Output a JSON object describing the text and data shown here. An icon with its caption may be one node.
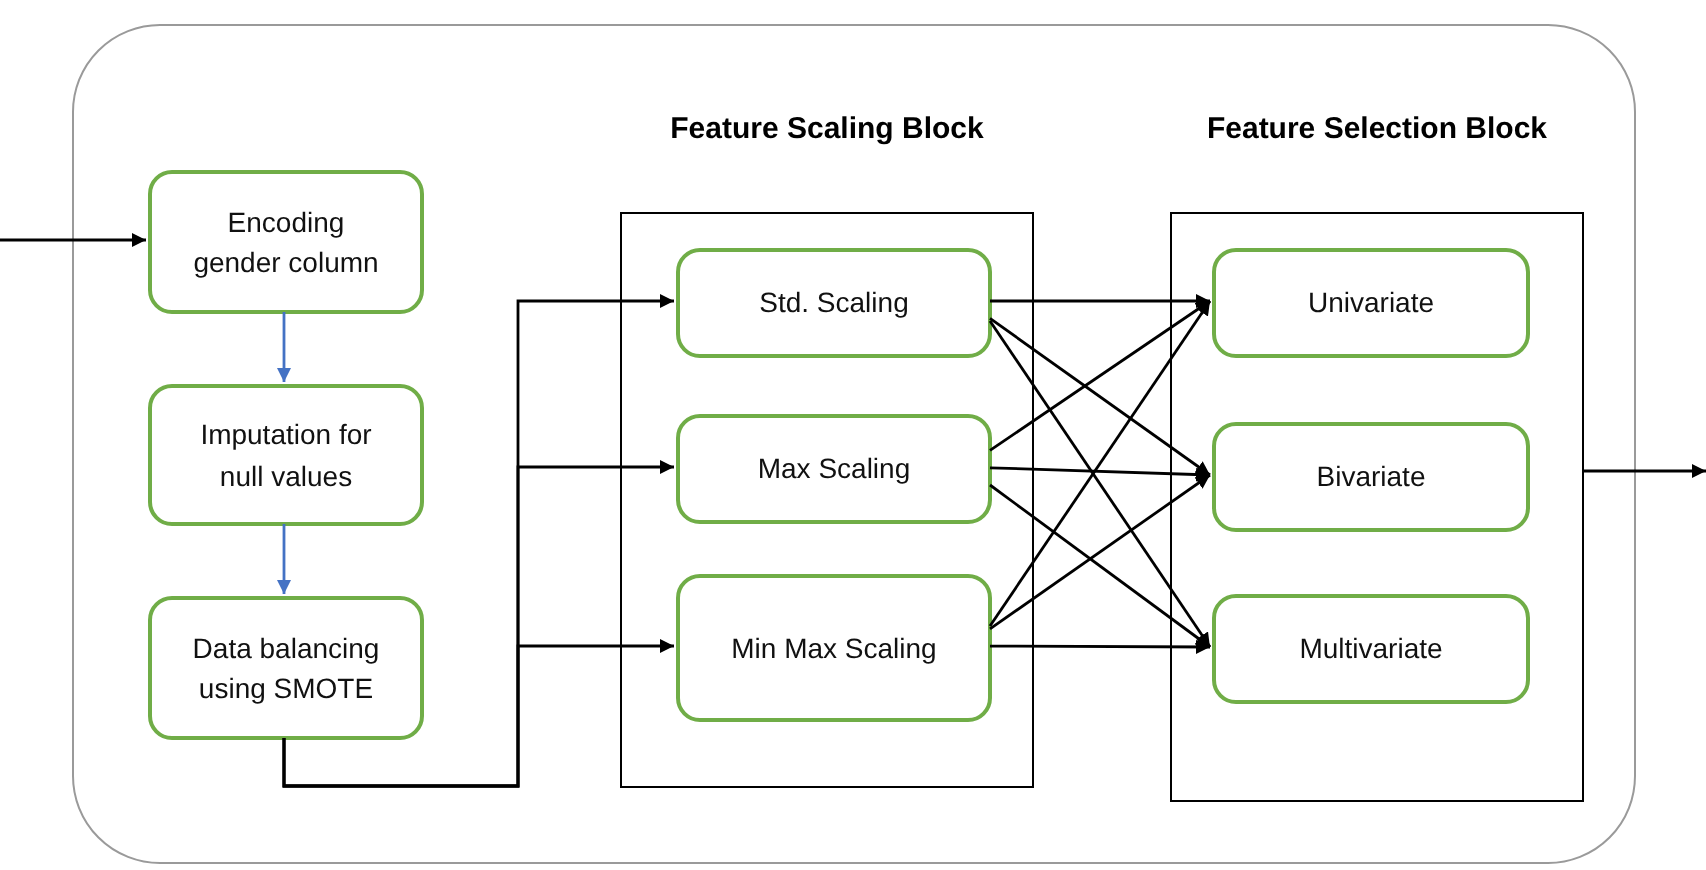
{
  "diagram": {
    "nodes": [
      {
        "text": [],
        "shape": "box"
      },
      {
        "text": [
          "Encoding gender column"
        ],
        "in": 0
      },
      {
        "text": [
          "Imputation for null values"
        ],
        "in": 0
      },
      {
        "text": [
          "Data balancing using SMOTE"
        ],
        "in": 0
      },
      {
        "text": [
          "Feature Scaling Block"
        ],
        "in": 0
      },
      {
        "text": [
          "Std. Scaling"
        ],
        "in": 4
      },
      {
        "text": [
          "Max Scaling"
        ],
        "in": 4
      },
      {
        "text": [
          "Min Max Scaling"
        ],
        "in": 4
      },
      {
        "text": [
          "Feature Selection Block"
        ],
        "in": 0
      },
      {
        "text": [
          "Univariate"
        ],
        "in": 8
      },
      {
        "text": [
          "Bivariate"
        ],
        "in": 8
      },
      {
        "text": [
          "Multivariate"
        ],
        "in": 8
      }
    ],
    "edges": [
      {
        "from": null,
        "to": 1,
        "arrow": "to"
      },
      {
        "from": 1,
        "to": 2,
        "arrow": "to",
        "color": "#4472c4"
      },
      {
        "from": 2,
        "to": 3,
        "arrow": "to",
        "color": "#4472c4"
      },
      {
        "from": 3,
        "to": 5,
        "arrow": "to"
      },
      {
        "from": 3,
        "to": 6,
        "arrow": "to"
      },
      {
        "from": 3,
        "to": 7,
        "arrow": "to"
      },
      {
        "from": 5,
        "to": 9,
        "arrow": "to"
      },
      {
        "from": 5,
        "to": 10,
        "arrow": "to"
      },
      {
        "from": 5,
        "to": 11,
        "arrow": "to"
      },
      {
        "from": 6,
        "to": 9,
        "arrow": "to"
      },
      {
        "from": 6,
        "to": 10,
        "arrow": "to"
      },
      {
        "from": 6,
        "to": 11,
        "arrow": "to"
      },
      {
        "from": 7,
        "to": 9,
        "arrow": "to"
      },
      {
        "from": 7,
        "to": 10,
        "arrow": "to"
      },
      {
        "from": 7,
        "to": 11,
        "arrow": "to"
      },
      {
        "from": 8,
        "to": null,
        "arrow": "to"
      }
    ]
  }
}
